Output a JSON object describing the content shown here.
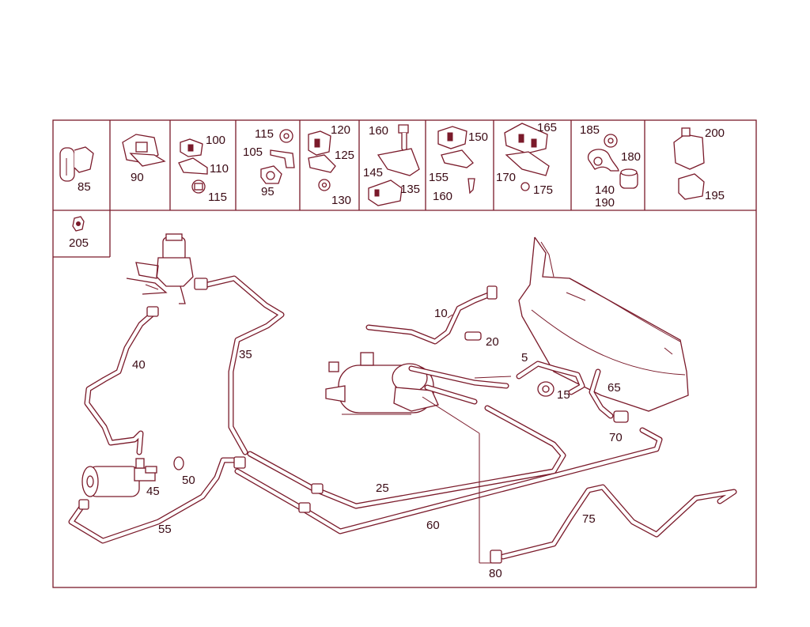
{
  "diagram": {
    "part_labels": {
      "p85": "85",
      "p90": "90",
      "p100": "100",
      "p110": "110",
      "p115a": "115",
      "p115b": "115",
      "p105": "105",
      "p95": "95",
      "p120": "120",
      "p125": "125",
      "p130": "130",
      "p160a": "160",
      "p145": "145",
      "p135": "135",
      "p150": "150",
      "p155": "155",
      "p160b": "160",
      "p165": "165",
      "p170": "170",
      "p175": "175",
      "p185": "185",
      "p180": "180",
      "p140": "140",
      "p190": "190",
      "p200": "200",
      "p195": "195",
      "p205": "205",
      "p10": "10",
      "p20": "20",
      "p5": "5",
      "p15": "15",
      "p65": "65",
      "p70": "70",
      "p40": "40",
      "p35": "35",
      "p45": "45",
      "p50": "50",
      "p55": "55",
      "p25": "25",
      "p60": "60",
      "p75": "75",
      "p80": "80"
    },
    "colors": {
      "line": "#7a1a2a",
      "text": "#3a0a14",
      "background": "#ffffff"
    }
  }
}
